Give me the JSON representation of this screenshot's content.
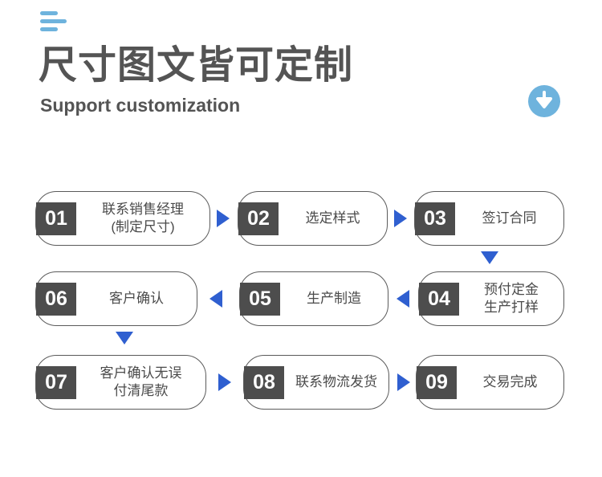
{
  "header": {
    "menu_icon": "hamburger-icon",
    "title_cn": "尺寸图文皆可定制",
    "title_en": "Support customization",
    "download_icon": "arrow-down-circle-icon",
    "accent_blue": "#6eb3dd",
    "text_gray": "#545454"
  },
  "flow": {
    "arrow_color": "#2f5fd0",
    "badge_color": "#4d4d4d",
    "border_color": "#5a5a5a",
    "steps": [
      {
        "num": "01",
        "label": "联系销售经理\n(制定尺寸)"
      },
      {
        "num": "02",
        "label": "选定样式"
      },
      {
        "num": "03",
        "label": "签订合同"
      },
      {
        "num": "04",
        "label": "预付定金\n生产打样"
      },
      {
        "num": "05",
        "label": "生产制造"
      },
      {
        "num": "06",
        "label": "客户确认"
      },
      {
        "num": "07",
        "label": "客户确认无误\n付清尾款"
      },
      {
        "num": "08",
        "label": "联系物流发货"
      },
      {
        "num": "09",
        "label": "交易完成"
      }
    ],
    "connectors": [
      {
        "name": "connector-01-to-02",
        "direction": "right"
      },
      {
        "name": "connector-02-to-03",
        "direction": "right"
      },
      {
        "name": "connector-03-to-04",
        "direction": "down"
      },
      {
        "name": "connector-04-to-05",
        "direction": "left"
      },
      {
        "name": "connector-05-to-06",
        "direction": "left"
      },
      {
        "name": "connector-06-to-07",
        "direction": "down"
      },
      {
        "name": "connector-07-to-08",
        "direction": "right"
      },
      {
        "name": "connector-08-to-09",
        "direction": "right"
      }
    ]
  }
}
